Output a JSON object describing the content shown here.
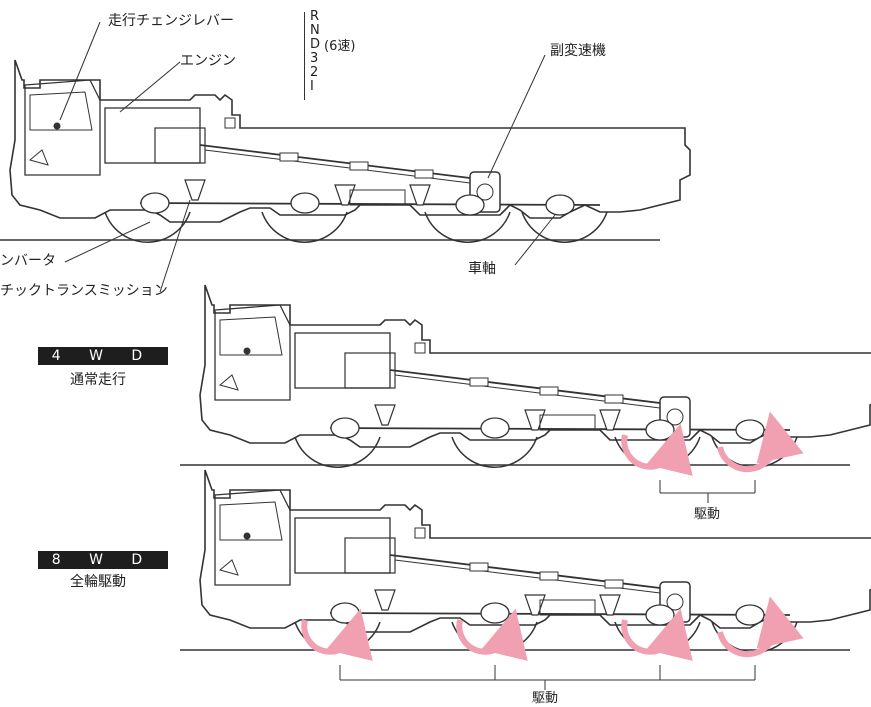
{
  "labels": {
    "shift_lever": "走行チェンジレバー",
    "engine": "エンジン",
    "gear_positions": [
      "R",
      "N",
      "D",
      "3",
      "2",
      "I"
    ],
    "six_speed": "(6速)",
    "transfer": "副変速機",
    "converter": "ンバータ",
    "transmission": "チックトランスミッション",
    "axle": "車軸"
  },
  "modes": [
    {
      "badge": "4 W D",
      "caption": "通常走行",
      "drive_label": "駆動"
    },
    {
      "badge": "8 W D",
      "caption": "全輪駆動",
      "drive_label": "駆動"
    }
  ],
  "colors": {
    "arrow": "#f0a0b0",
    "ink": "#333333",
    "badge_bg": "#1e1e1e"
  }
}
